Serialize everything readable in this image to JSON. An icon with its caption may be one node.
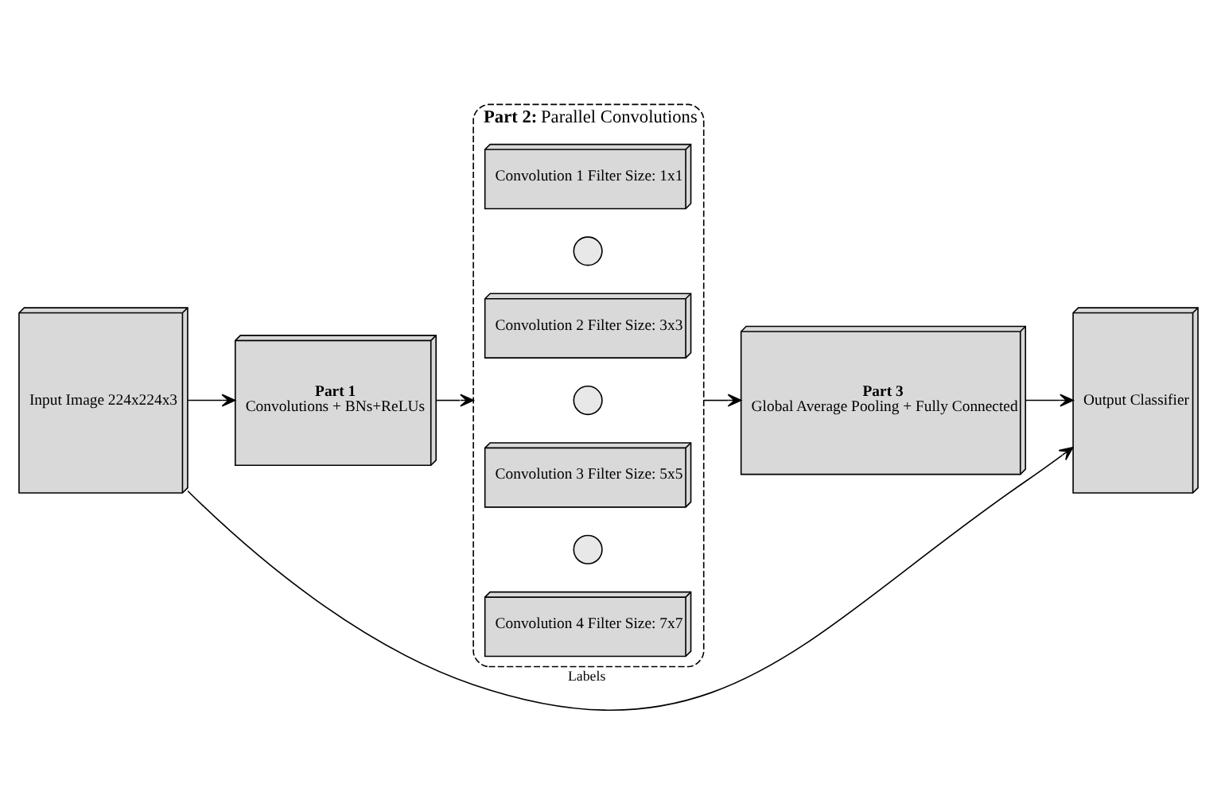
{
  "diagram": {
    "nodes": [
      {
        "text": [
          "Input Image 224x224x3"
        ]
      },
      {
        "text": [
          "Part 1",
          "Convolutions + BNs+ReLUs"
        ]
      },
      {
        "text": [
          "**Part 2:** Parallel Convolutions"
        ]
      },
      {
        "text": [
          "Convolution 1 Filter Size: 1x1"
        ],
        "in": 2
      },
      {
        "text": [],
        "shape": "circle",
        "in": 2
      },
      {
        "text": [
          "Convolution 2 Filter Size: 3x3"
        ],
        "in": 2
      },
      {
        "text": [],
        "shape": "circle",
        "in": 2
      },
      {
        "text": [
          "Convolution 3 Filter Size: 5x5"
        ],
        "in": 2
      },
      {
        "text": [],
        "shape": "circle",
        "in": 2
      },
      {
        "text": [
          "Convolution 4 Filter Size: 7x7"
        ],
        "in": 2
      },
      {
        "text": [
          "Part 3",
          "Global Average Pooling + Fully Connected"
        ]
      },
      {
        "text": [
          "Output Classifier"
        ]
      }
    ],
    "edges": [
      {
        "from": 0,
        "to": 1,
        "arrow": "to"
      },
      {
        "from": 1,
        "to": 2,
        "arrow": "to"
      },
      {
        "from": 2,
        "to": 10,
        "arrow": "to"
      },
      {
        "from": 10,
        "to": 11,
        "arrow": "to"
      },
      {
        "from": 0,
        "to": 11,
        "arrow": "to",
        "label": "Labels"
      }
    ]
  }
}
